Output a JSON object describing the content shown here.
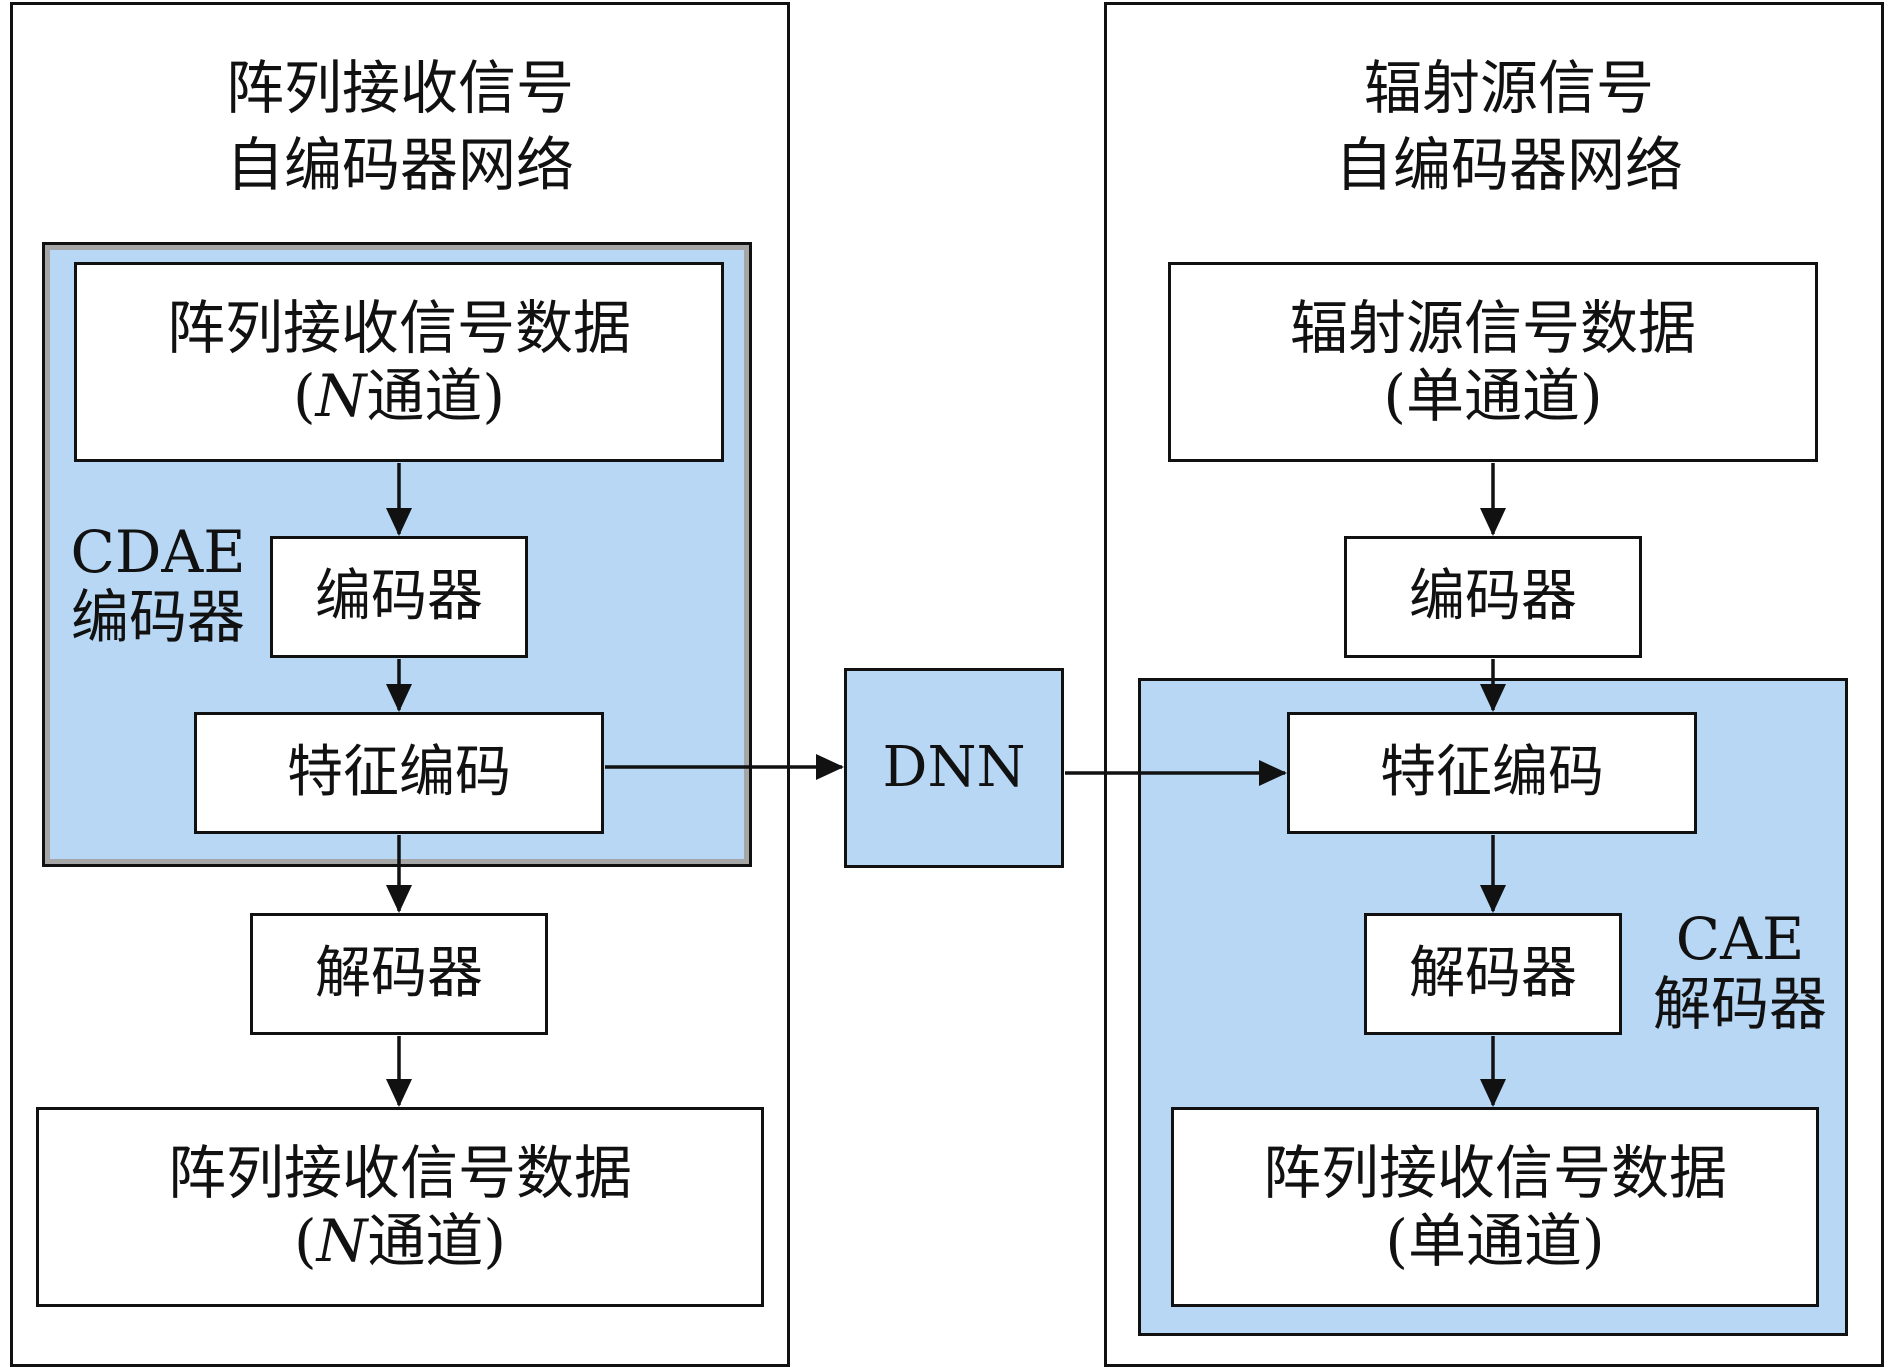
{
  "left_panel": {
    "title_line1": "阵列接收信号",
    "title_line2": "自编码器网络",
    "encoder_region_label_line1": "CDAE",
    "encoder_region_label_line2": "编码器",
    "input_box": {
      "line1": "阵列接收信号数据",
      "paren_open": "(",
      "channel_var": "N",
      "channel_text": "通道",
      "paren_close": ")"
    },
    "encoder_box": "编码器",
    "feature_box": "特征编码",
    "decoder_box": "解码器",
    "output_box": {
      "line1": "阵列接收信号数据",
      "paren_open": "(",
      "channel_var": "N",
      "channel_text": "通道",
      "paren_close": ")"
    }
  },
  "middle": {
    "dnn_box": "DNN"
  },
  "right_panel": {
    "title_line1": "辐射源信号",
    "title_line2": "自编码器网络",
    "decoder_region_label_line1": "CAE",
    "decoder_region_label_line2": "解码器",
    "input_box": {
      "line1": "辐射源信号数据",
      "line2": "(单通道)"
    },
    "encoder_box": "编码器",
    "feature_box": "特征编码",
    "decoder_box": "解码器",
    "output_box": {
      "line1": "阵列接收信号数据",
      "line2": "(单通道)"
    }
  },
  "colors": {
    "region_fill": "#b7d7f4",
    "stroke": "#111111",
    "left_region_border": "#a6a6a6"
  }
}
